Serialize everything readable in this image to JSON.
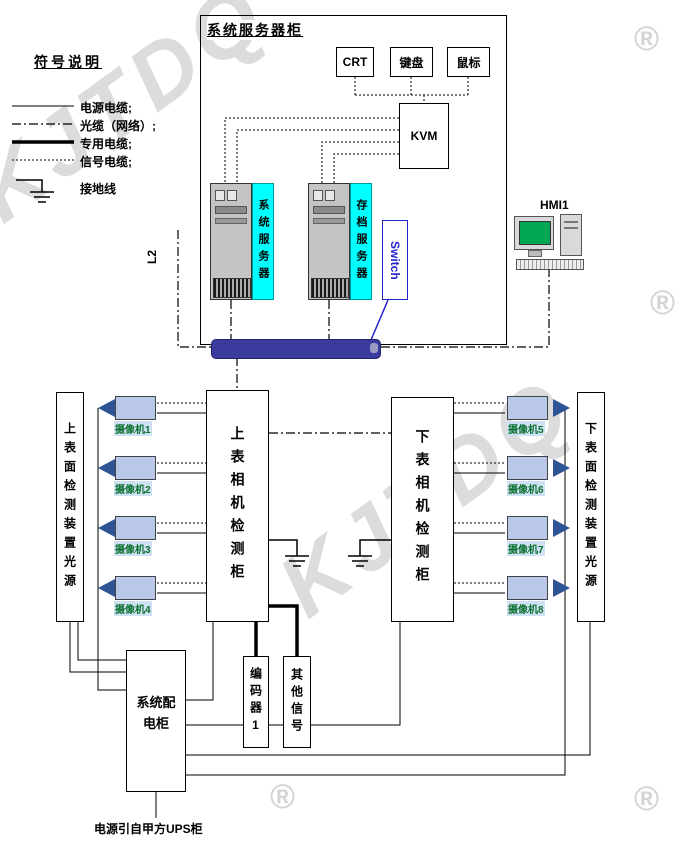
{
  "watermark": {
    "text": "KJTDQ",
    "reg": "®"
  },
  "legend": {
    "title": "符号说明",
    "items": [
      {
        "label": "电源电缆;"
      },
      {
        "label": "光缆（网络）;"
      },
      {
        "label": "专用电缆;"
      },
      {
        "label": "信号电缆;"
      },
      {
        "label": "接地线"
      }
    ]
  },
  "server_cabinet": {
    "title": "系统服务器柜",
    "crt": "CRT",
    "keyboard": "键盘",
    "mouse": "鼠标",
    "kvm": "KVM",
    "server1": "系统服务器",
    "server2": "存档服务器",
    "switch": "Switch"
  },
  "l2_label": "L2",
  "hmi_label": "HMI1",
  "zones": {
    "upper_light": "上表面检测装置光源",
    "upper_cabinet": "上表相机检测柜",
    "lower_cabinet": "下表相机检测柜",
    "lower_light": "下表面检测装置光源"
  },
  "cameras": {
    "left": [
      "摄像机1",
      "摄像机2",
      "摄像机3",
      "摄像机4"
    ],
    "right": [
      "摄像机5",
      "摄像机6",
      "摄像机7",
      "摄像机8"
    ]
  },
  "power": {
    "distribution": "系统配电柜",
    "encoder": "编码器1",
    "other_signal": "其他信号",
    "ups_note": "电源引自甲方UPS柜"
  },
  "colors": {
    "switch_bar": "#3b3b9e",
    "server_strip": "#00ffff",
    "camera_body": "#b9c7e8",
    "hmi_screen": "#00a651",
    "switch_text": "#2222cc"
  }
}
